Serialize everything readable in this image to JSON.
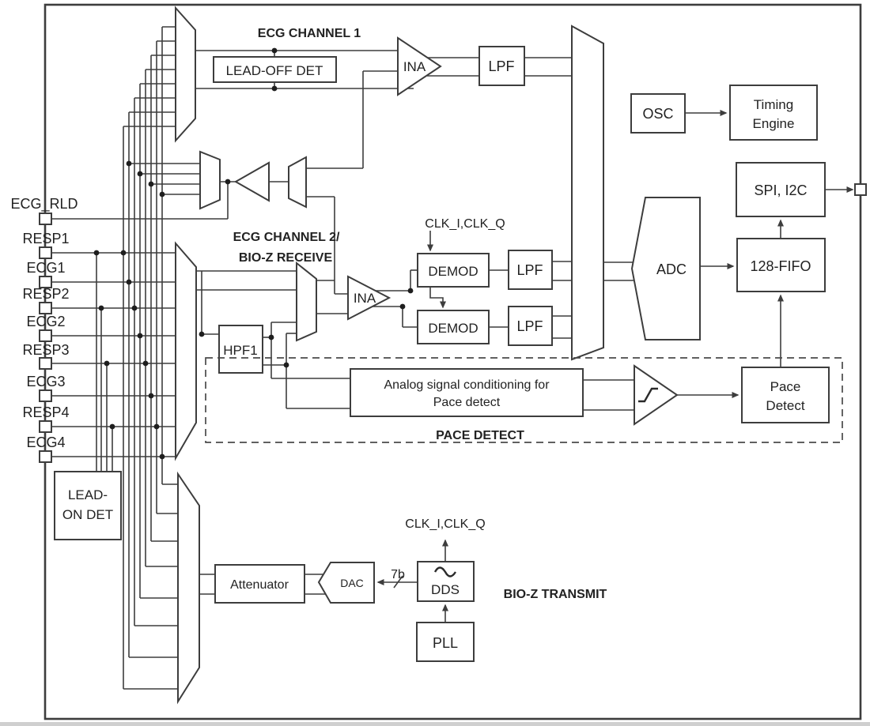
{
  "diagram": {
    "section_titles": {
      "ecg_channel_1": "ECG CHANNEL 1",
      "ecg_channel_2_line1": "ECG CHANNEL 2/",
      "ecg_channel_2_line2": "BIO-Z RECEIVE",
      "pace_detect_region": "PACE DETECT",
      "bioz_transmit": "BIO-Z TRANSMIT"
    },
    "pins": {
      "left": [
        "ECG_RLD",
        "RESP1",
        "ECG1",
        "RESP2",
        "ECG2",
        "RESP3",
        "ECG3",
        "RESP4",
        "ECG4"
      ]
    },
    "blocks": {
      "lead_off_det": "LEAD-OFF DET",
      "ina": "INA",
      "lpf": "LPF",
      "osc": "OSC",
      "timing_engine_line1": "Timing",
      "timing_engine_line2": "Engine",
      "spi_i2c": "SPI, I2C",
      "fifo": "128-FIFO",
      "adc": "ADC",
      "demod": "DEMOD",
      "hpf1": "HPF1",
      "analog_cond_line1": "Analog signal conditioning for",
      "analog_cond_line2": "Pace detect",
      "pace_detect_line1": "Pace",
      "pace_detect_line2": "Detect",
      "lead_on_det_line1": "LEAD-",
      "lead_on_det_line2": "ON DET",
      "attenuator": "Attenuator",
      "dac": "DAC",
      "dds": "DDS",
      "pll": "PLL"
    },
    "signals": {
      "clk_top": "CLK_I,CLK_Q",
      "clk_bottom": "CLK_I,CLK_Q",
      "dac_bus_width": "7b"
    },
    "icons": {
      "comparator_symbol": "hysteresis-step",
      "dds_symbol": "sine-wave"
    },
    "colors": {
      "line": "#3d3d3d",
      "text": "#222222",
      "background": "#ffffff"
    }
  }
}
